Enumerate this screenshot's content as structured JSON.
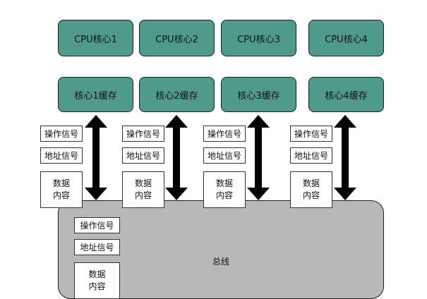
{
  "cpu_cores": [
    {
      "core_label": "CPU核心1",
      "cache_label": "核心1缓存"
    },
    {
      "core_label": "CPU核心2",
      "cache_label": "核心2缓存"
    },
    {
      "core_label": "CPU核心3",
      "cache_label": "核心3缓存"
    },
    {
      "core_label": "CPU核心4",
      "cache_label": "核心4缓存"
    }
  ],
  "signals": {
    "op": "操作信号",
    "addr": "地址信号",
    "data_line1": "数据",
    "data_line2": "内容"
  },
  "bus": {
    "label": "总线"
  },
  "colors": {
    "node_fill": "#4f9a8b",
    "bus_fill": "#b8b8b8",
    "outline": "#1e1e1e"
  }
}
